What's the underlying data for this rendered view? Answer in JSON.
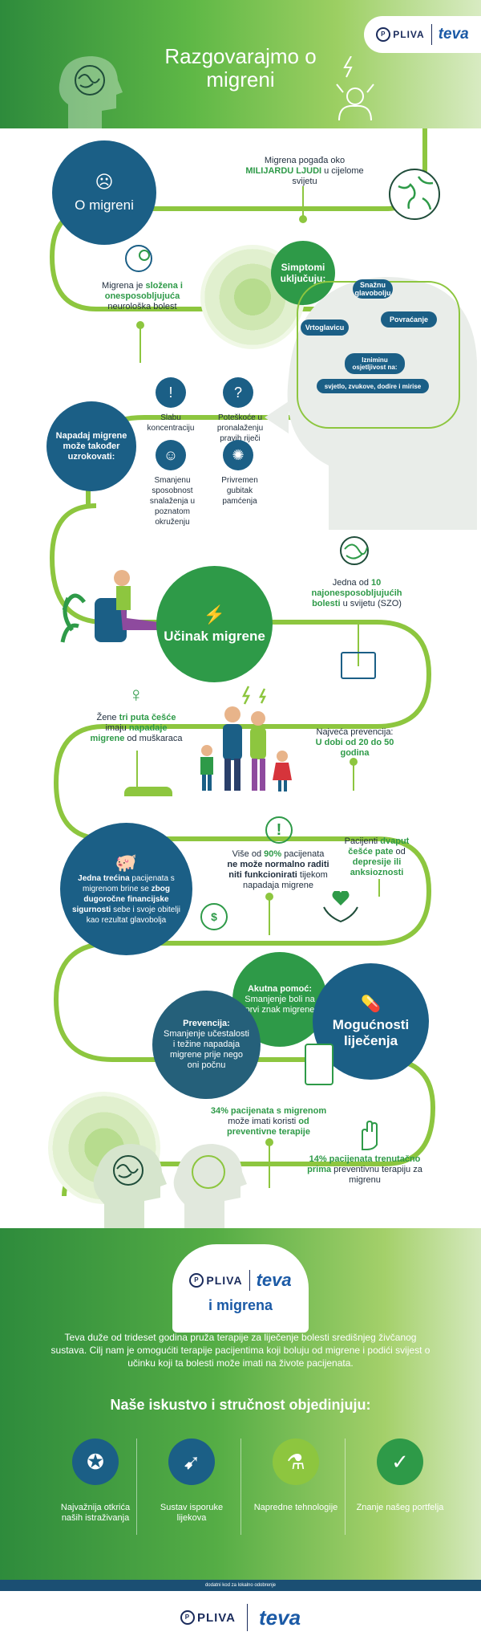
{
  "header": {
    "title": "Razgovarajmo o migreni",
    "logo_pliva": "PLIVA",
    "logo_teva": "teva"
  },
  "about": {
    "circle": "O migreni",
    "stat_a": "Migrena pogađa oko ",
    "stat_b": "MILIJARDU LJUDI",
    "stat_c": " u cijelome svijetu",
    "desc_a": "Migrena je ",
    "desc_b": "složena i onesposobljujuća",
    "desc_c": " neurološka bolest"
  },
  "symptoms": {
    "title": "Simptomi uključuju:",
    "items": [
      "Snažnu glavobolju",
      "Povraćanje",
      "Vrtoglavicu",
      "Izniminu osjetljivost na:",
      "svjetlo, zvukove, dodire i mirise"
    ]
  },
  "attacks": {
    "title": "Napadaj migrene može također uzrokovati:",
    "items": [
      "Slabu koncentraciju",
      "Poteškoće u pronalaženju pravih riječi",
      "Smanjenu sposobnost snalaženja u poznatom okruženju",
      "Privremen gubitak pamćenja"
    ]
  },
  "impact": {
    "circle": "Učinak migrene",
    "stat_a": "Jedna od ",
    "stat_b": "10 najonesposobljujućih bolesti",
    "stat_c": " u svijetu (SZO)",
    "women_a": "Žene ",
    "women_b": "tri puta češće",
    "women_c": " imaju ",
    "women_d": "napadaje migrene",
    "women_e": " od muškaraca",
    "prev_a": "Najveća prevencija:",
    "prev_b": "U dobi od 20 do 50 godina"
  },
  "finance": {
    "a": "Jedna trećina",
    "b": " pacijenata s migrenom brine se ",
    "c": "zbog dugoročne financijske sigurnosti",
    "d": " sebe i svoje obitelji kao rezultat glavobolja",
    "work_a": "Više od ",
    "work_b": "90%",
    "work_c": " pacijenata ",
    "work_d": "ne može normalno raditi niti funkcionirati",
    "work_e": " tijekom napadaja migrene",
    "dep_a": "Pacijenti ",
    "dep_b": "dvaput češće pate",
    "dep_c": " od ",
    "dep_d": "depresije ili anksioznosti"
  },
  "treatment": {
    "acute_t": "Akutna pomoć:",
    "acute_d": "Smanjenje boli na prvi znak migrene",
    "prev_t": "Prevencija:",
    "prev_d": "Smanjenje učestalosti i težine napadaja migrene prije nego oni počnu",
    "circle": "Mogućnosti liječenja",
    "pct34_a": "34% pacijenata s migrenom",
    "pct34_b": " može imati koristi ",
    "pct34_c": "od preventivne terapije",
    "pct14_a": "14% pacijenata trenutačno prima",
    "pct14_b": " preventivnu terapiju za migrenu"
  },
  "footer": {
    "pliva": "PLIVA",
    "teva": "teva",
    "subtitle": "i migrena",
    "paragraph": "Teva duže od trideset godina pruža terapije za liječenje bolesti središnjeg živčanog sustava. Cilj nam je omogućiti terapije pacijentima koji boluju od migrene i podići svijest o učinku koji ta bolesti može imati na živote pacijenata.",
    "heading": "Naše iskustvo i stručnost objedinjuju:",
    "items": [
      {
        "label": "Najvažnija otkrića naših istraživanja",
        "color": "#1b5f86"
      },
      {
        "label": "Sustav isporuke lijekova",
        "color": "#1b5f86"
      },
      {
        "label": "Napredne tehnologije",
        "color": "#8dc63f"
      },
      {
        "label": "Znanje našeg portfelja",
        "color": "#2e9a48"
      }
    ],
    "note": "dodatni kod za lokalno odobrenje",
    "bottom_pliva": "PLIVA",
    "bottom_teva": "teva"
  }
}
